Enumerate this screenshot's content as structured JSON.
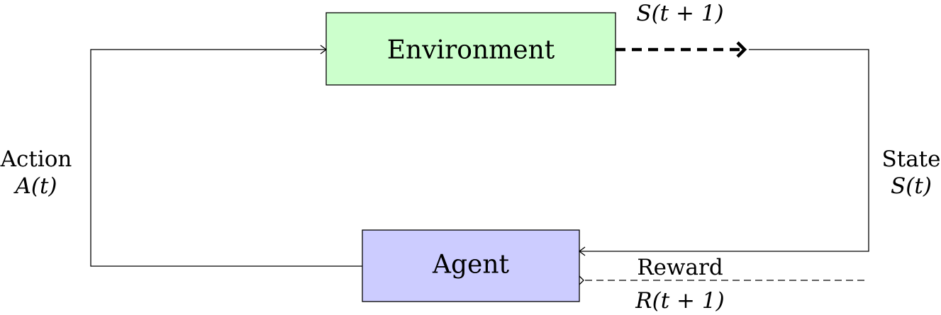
{
  "nodes": {
    "environment": {
      "label": "Environment",
      "fill": "#ccffcc"
    },
    "agent": {
      "label": "Agent",
      "fill": "#ccccff"
    }
  },
  "labels": {
    "next_state": "S(t + 1)",
    "action_word": "Action",
    "action_symbol": "A(t)",
    "state_word": "State",
    "state_symbol": "S(t)",
    "reward_word": "Reward",
    "reward_symbol": "R(t + 1)"
  }
}
